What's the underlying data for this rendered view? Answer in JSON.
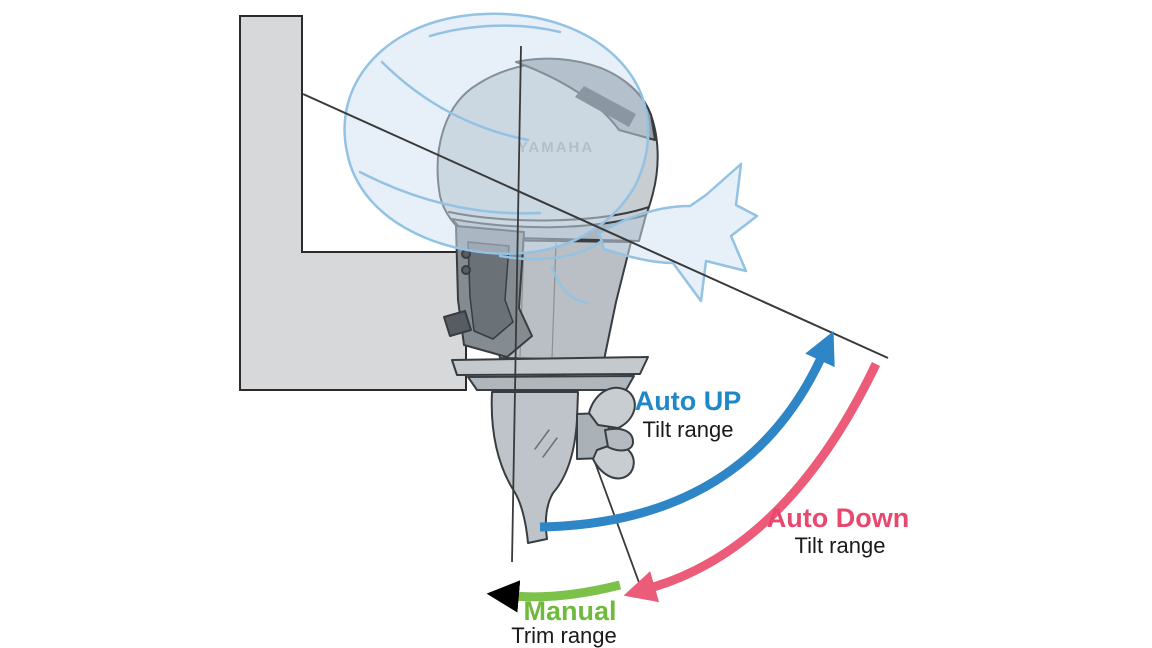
{
  "diagram": {
    "brand": "YAMAHA",
    "labels": {
      "auto_up": {
        "title": "Auto UP",
        "subtitle": "Tilt range",
        "color": "#1e88c9"
      },
      "auto_down": {
        "title": "Auto Down",
        "subtitle": "Tilt range",
        "color": "#e8486d"
      },
      "manual": {
        "title": "Manual",
        "subtitle": "Trim range",
        "color": "#6fb93c"
      }
    },
    "arcs": {
      "auto_up": {
        "color": "#2e86c6"
      },
      "auto_down": {
        "color": "#ec5c78"
      },
      "manual": {
        "color": "#7cc24a"
      }
    },
    "palette": {
      "motor_body": "#c7cdd1",
      "motor_shadow": "#99a0a6",
      "transom": "#d6d8da",
      "ghost_fill": "#cfe2f1",
      "ghost_stroke": "#93c2e2",
      "reference_line": "#3a3a3a"
    }
  }
}
